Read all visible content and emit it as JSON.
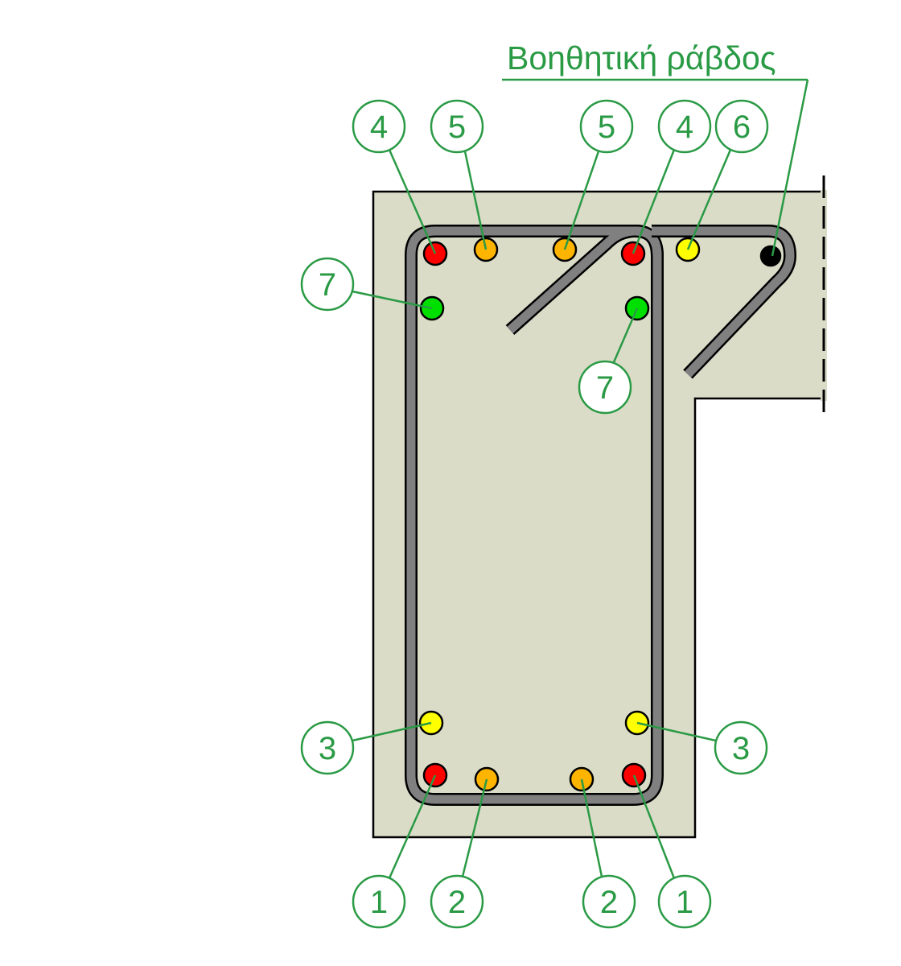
{
  "title": "Βοηθητική ράβδος",
  "colors": {
    "concrete": "#dadcc8",
    "label_green": "#2a9a45",
    "bar_1": "#ff0000",
    "bar_2": "#ffb400",
    "bar_3": "#ffff00",
    "bar_4": "#ff0000",
    "bar_5": "#ffb400",
    "bar_6": "#ffff00",
    "bar_7": "#00e000",
    "aux_bar": "#000000"
  },
  "callouts": {
    "top_left_4": "4",
    "top_left_5": "5",
    "top_mid_5": "5",
    "top_right_4": "4",
    "top_right_6": "6",
    "left_7": "7",
    "inner_7": "7",
    "left_3": "3",
    "right_3": "3",
    "bottom_left_1": "1",
    "bottom_left_2": "2",
    "bottom_right_2": "2",
    "bottom_right_1": "1"
  }
}
